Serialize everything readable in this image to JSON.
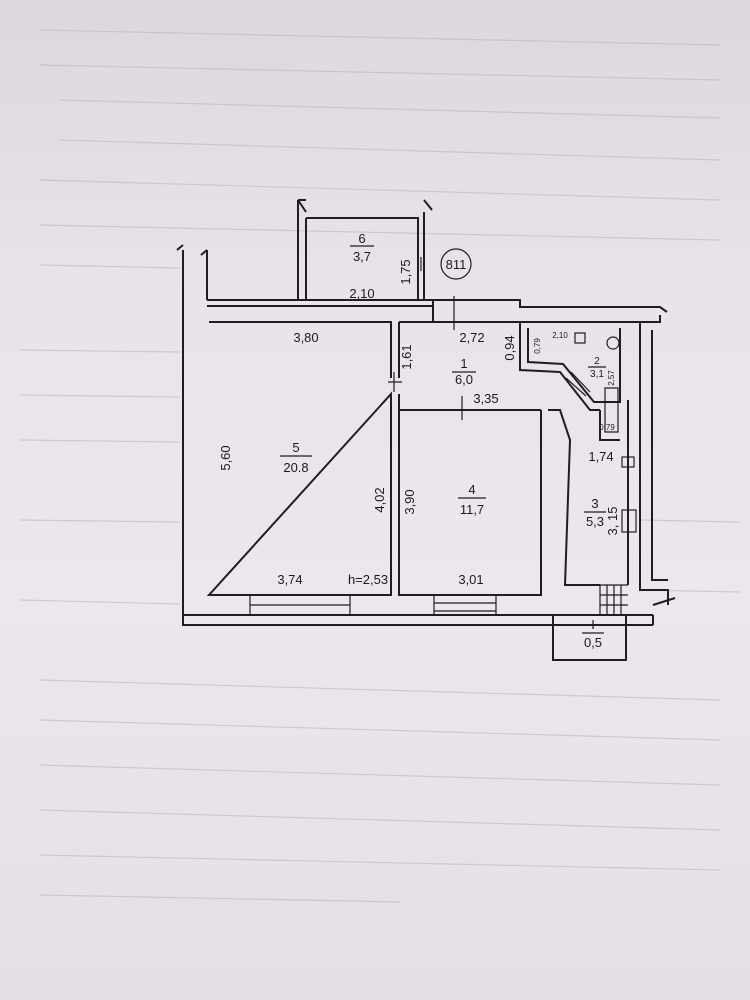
{
  "plan_marker": "811",
  "rooms": {
    "r1": {
      "number": "1",
      "area": "6,0"
    },
    "r2": {
      "number": "2",
      "area": "3,1"
    },
    "r3": {
      "number": "3",
      "area": "5,3"
    },
    "r4": {
      "number": "4",
      "area": "11,7"
    },
    "r5": {
      "number": "5",
      "area": "20.8"
    },
    "r6": {
      "number": "6",
      "area": "3,7"
    },
    "balcony": {
      "number": "I",
      "area": "0,5"
    }
  },
  "dims": {
    "r6_width": "2,10",
    "r6_depth": "1,75",
    "r5_top": "3,80",
    "r5_left": "5,60",
    "r5_right": "4,02",
    "r5_bottom": "3,74",
    "ceiling": "h=2,53",
    "r1_width": "2,72",
    "r1_height": "1,61",
    "r1_right": "0,94",
    "r4_top": "3,35",
    "r4_left": "3,90",
    "r4_bottom": "3,01",
    "r2_top": "2,10",
    "r2_left": "0,79",
    "r2_side": "2,57",
    "r2_bottom": "0,79",
    "r3_top": "1,74",
    "r3_right": "3, 15"
  }
}
